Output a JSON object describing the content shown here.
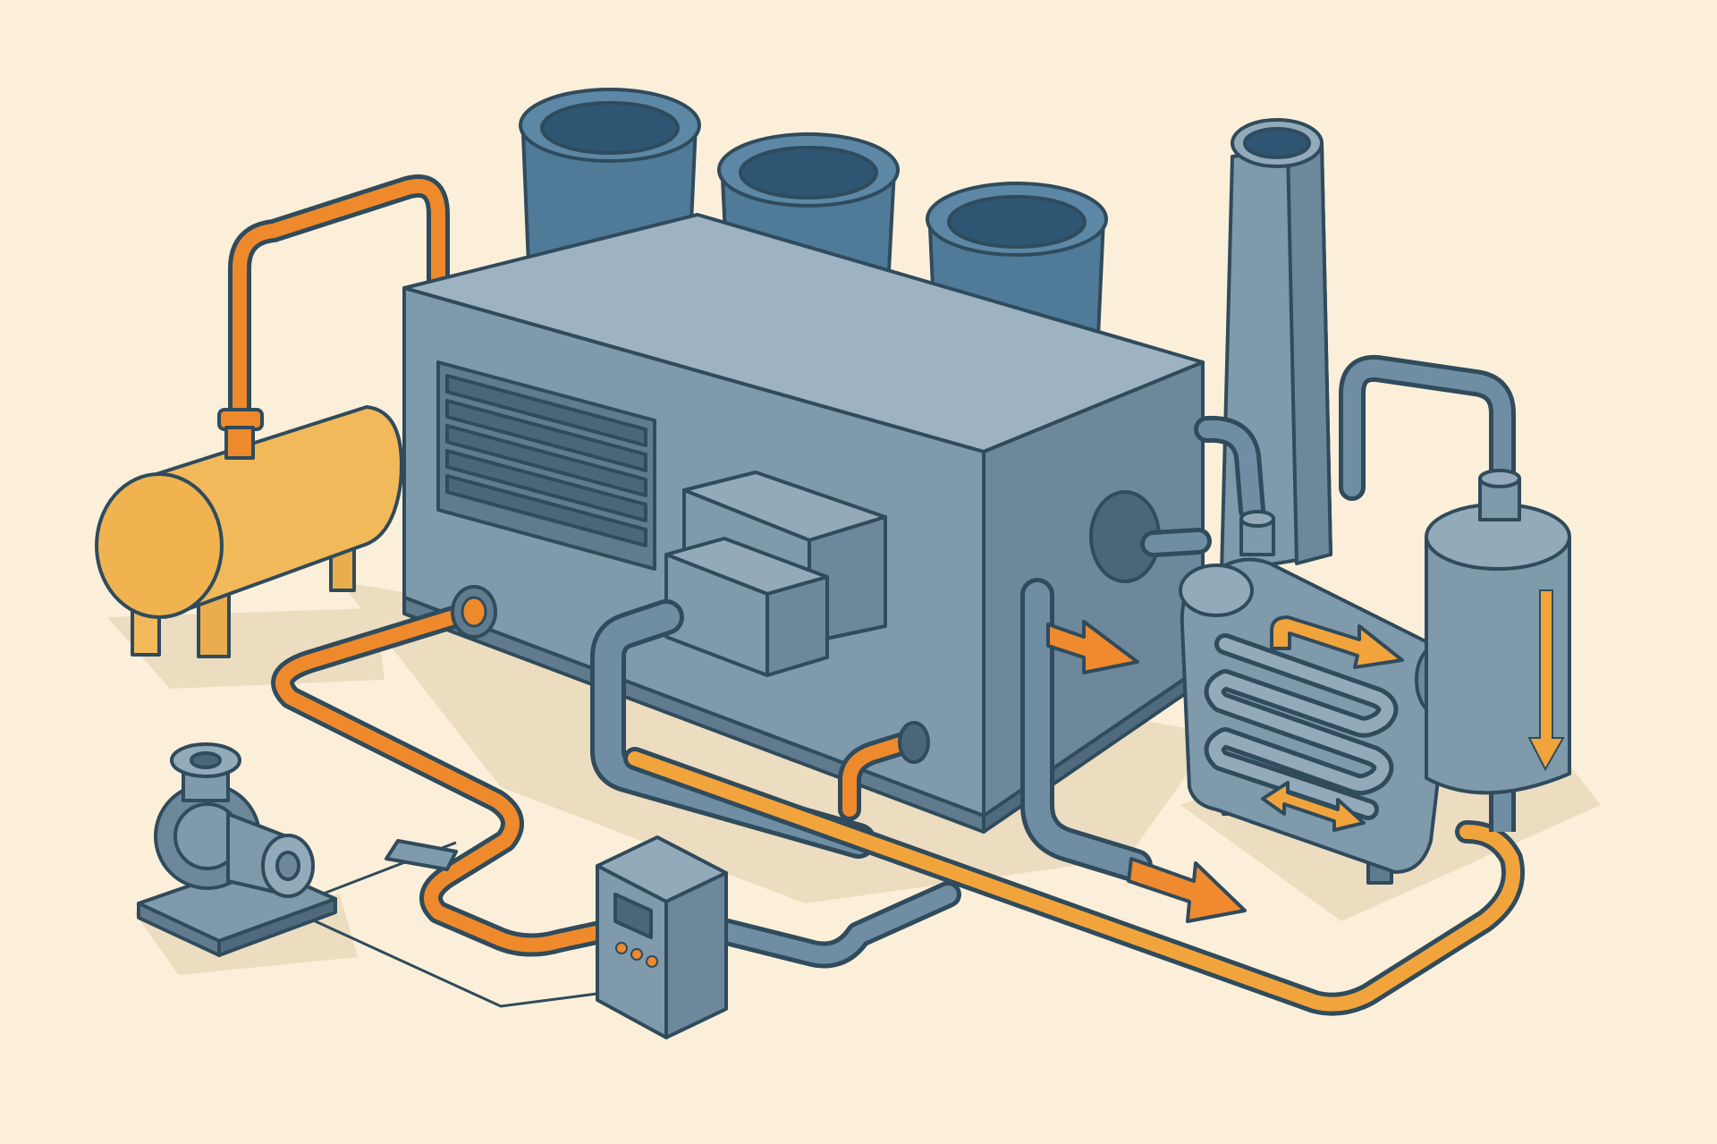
{
  "colors": {
    "background": "#fcefd9",
    "outline": "#2f4b5c",
    "metal_front": "#7f9aab",
    "metal_side": "#6d889a",
    "metal_top": "#9db3c1",
    "tower_blue": "#4f7b99",
    "tower_dark": "#3a6482",
    "pipe_orange": "#ee8a2c",
    "flow_arrow": "#ef8a2f",
    "tank_yellow": "#f2b95a",
    "grey_pipe": "#6f8ea3",
    "shadow": "#ecdcc0"
  },
  "diagram": {
    "components": [
      {
        "name": "main-plant-enclosure",
        "icon": "boiler-housing-icon"
      },
      {
        "name": "cooling-tower",
        "count": 3,
        "icon": "cooling-tower-icon"
      },
      {
        "name": "exhaust-stack",
        "icon": "chimney-icon"
      },
      {
        "name": "fuel-storage-tank",
        "icon": "tank-icon"
      },
      {
        "name": "heat-exchanger",
        "icon": "coil-exchanger-icon"
      },
      {
        "name": "separator-vessel",
        "icon": "vessel-icon"
      },
      {
        "name": "circulation-pump",
        "icon": "pump-icon"
      },
      {
        "name": "control-panel",
        "icon": "control-box-icon"
      }
    ],
    "flow_arrows": 5
  }
}
